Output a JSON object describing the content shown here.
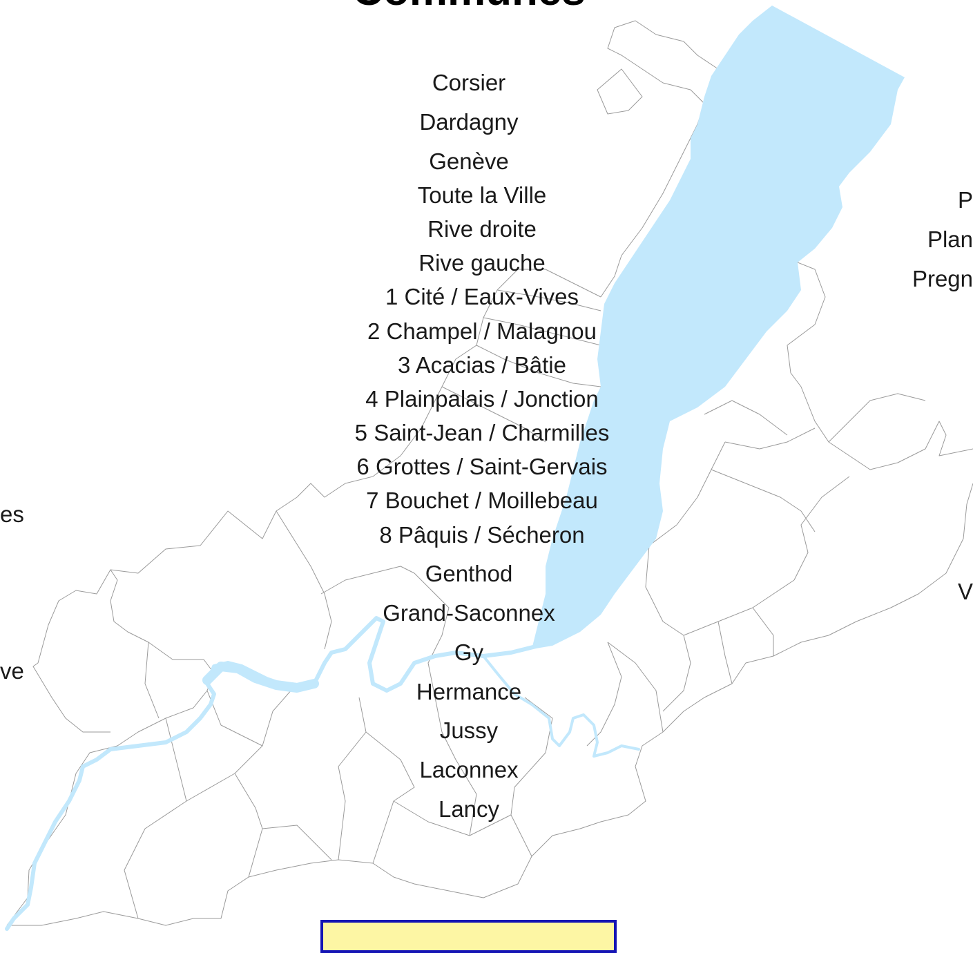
{
  "page": {
    "title": "Communes"
  },
  "communes": [
    "Corsier",
    "Dardagny",
    "Genève",
    "Genthod",
    "Grand-Saconnex",
    "Gy",
    "Hermance",
    "Jussy",
    "Laconnex",
    "Lancy"
  ],
  "geneve_sections": [
    "Toute la Ville",
    "Rive droite",
    "Rive gauche",
    "1 Cité / Eaux-Vives",
    "2 Champel / Malagnou",
    "3 Acacias / Bâtie",
    "4 Plainpalais / Jonction",
    "5 Saint-Jean / Charmilles",
    "6 Grottes / Saint-Gervais",
    "7 Bouchet / Moillebeau",
    "8 Pâquis / Sécheron"
  ],
  "edge_labels": {
    "right": [
      "P",
      "Plan",
      "Pregn",
      "V"
    ],
    "left": [
      "es",
      "ve"
    ]
  },
  "colors": {
    "water": "#c2e8fc",
    "border": "#9a9a9a",
    "text": "#1a1a1a",
    "legend_fill": "#fdf6a4",
    "legend_border": "#1414b4"
  }
}
